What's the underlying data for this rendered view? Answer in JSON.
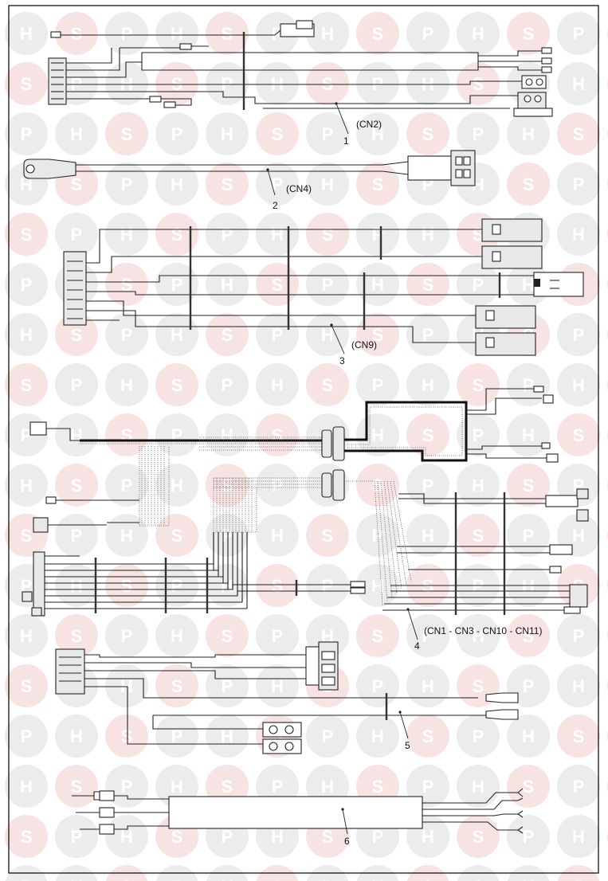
{
  "watermark": {
    "letters": [
      "H",
      "S",
      "P"
    ],
    "colors": {
      "circle": "#ececec",
      "circle_s": "#f8e3e3",
      "letter": "#ffffff"
    }
  },
  "harnesses": [
    {
      "id": "1",
      "label": "1",
      "connector": "(CN2)"
    },
    {
      "id": "2",
      "label": "2",
      "connector": "(CN4)"
    },
    {
      "id": "3",
      "label": "3",
      "connector": "(CN9)"
    },
    {
      "id": "4",
      "label": "4",
      "connector": "(CN1 - CN3 - CN10 - CN11)"
    },
    {
      "id": "5",
      "label": "5",
      "connector": ""
    },
    {
      "id": "6",
      "label": "6",
      "connector": ""
    }
  ]
}
